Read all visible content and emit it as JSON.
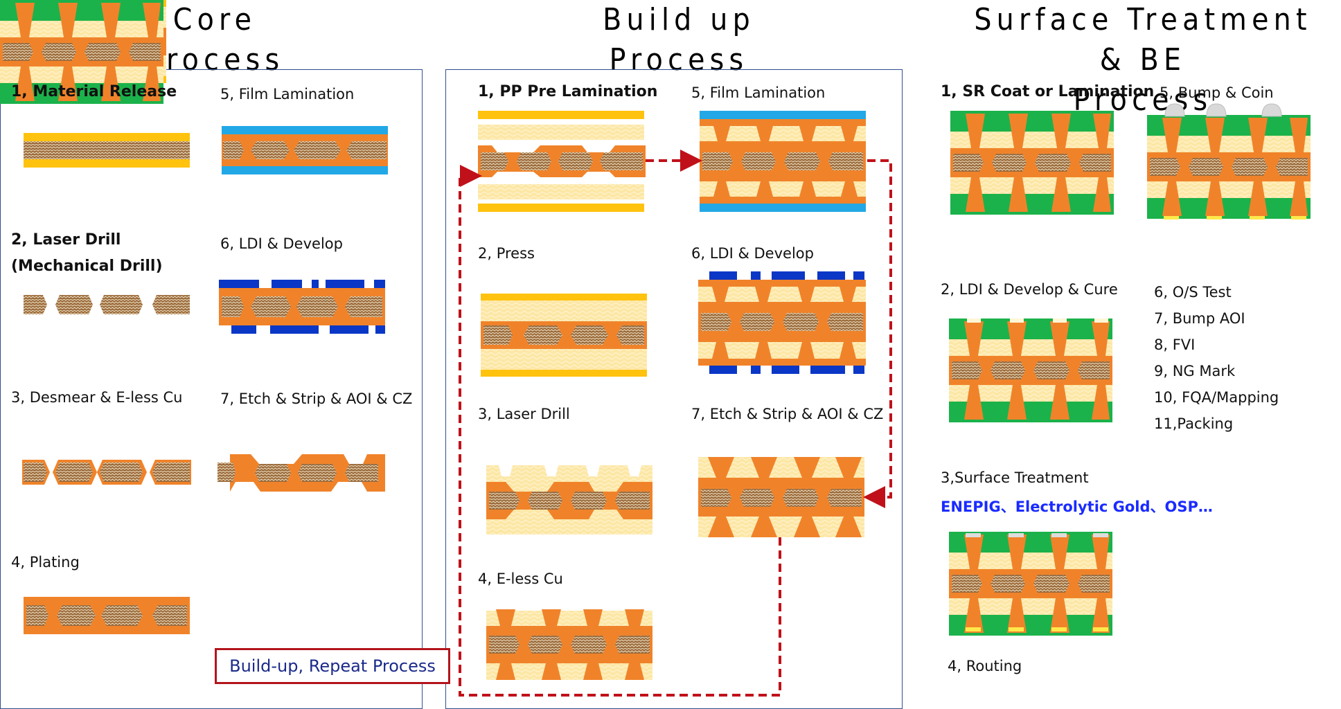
{
  "titles": {
    "core": [
      "Core",
      "Process"
    ],
    "buildup": [
      "Build up",
      "Process"
    ],
    "surface": [
      "Surface Treatment & BE",
      "Process"
    ]
  },
  "core_steps": {
    "s1": "1,  Material Release",
    "s2a": "2, Laser Drill",
    "s2b": "(Mechanical Drill)",
    "s3": "3, Desmear & E-less Cu",
    "s4": "4, Plating",
    "s5": "5, Film Lamination",
    "s6": "6, LDI & Develop",
    "s7": "7, Etch & Strip & AOI & CZ"
  },
  "buildup_steps": {
    "s1": "1, PP Pre Lamination",
    "s2": "2, Press",
    "s3": "3, Laser Drill",
    "s4": "4, E-less Cu",
    "s5": "5, Film Lamination",
    "s6": "6, LDI & Develop",
    "s7": "7, Etch & Strip & AOI & CZ"
  },
  "surface_steps": {
    "s1": "1, SR Coat or Lamination",
    "s2": "2, LDI & Develop & Cure",
    "s3": "3,Surface Treatment",
    "s3_detail": "ENEPIG、Electrolytic Gold、OSP…",
    "s4": "4, Routing",
    "s5": "5, Bump & Coin",
    "s6": "6, O/S Test",
    "s7": "7, Bump AOI",
    "s8": "8, FVI",
    "s9": "9, NG Mark",
    "s10": "10, FQA/Mapping",
    "s11": "11,Packing"
  },
  "repeat_label": "Build-up, Repeat Process",
  "colors": {
    "core_fill": "#9b6b3d",
    "copper": "#f0832a",
    "prepreg": "#ffc20e",
    "resin": "#fde7a6",
    "film": "#22a8e6",
    "ldi_mask": "#0a37c6",
    "solder_mask": "#1bb24b",
    "arrow": "#c0111a",
    "frame": "#2f4f8f",
    "detail_text": "#1a2bff"
  }
}
